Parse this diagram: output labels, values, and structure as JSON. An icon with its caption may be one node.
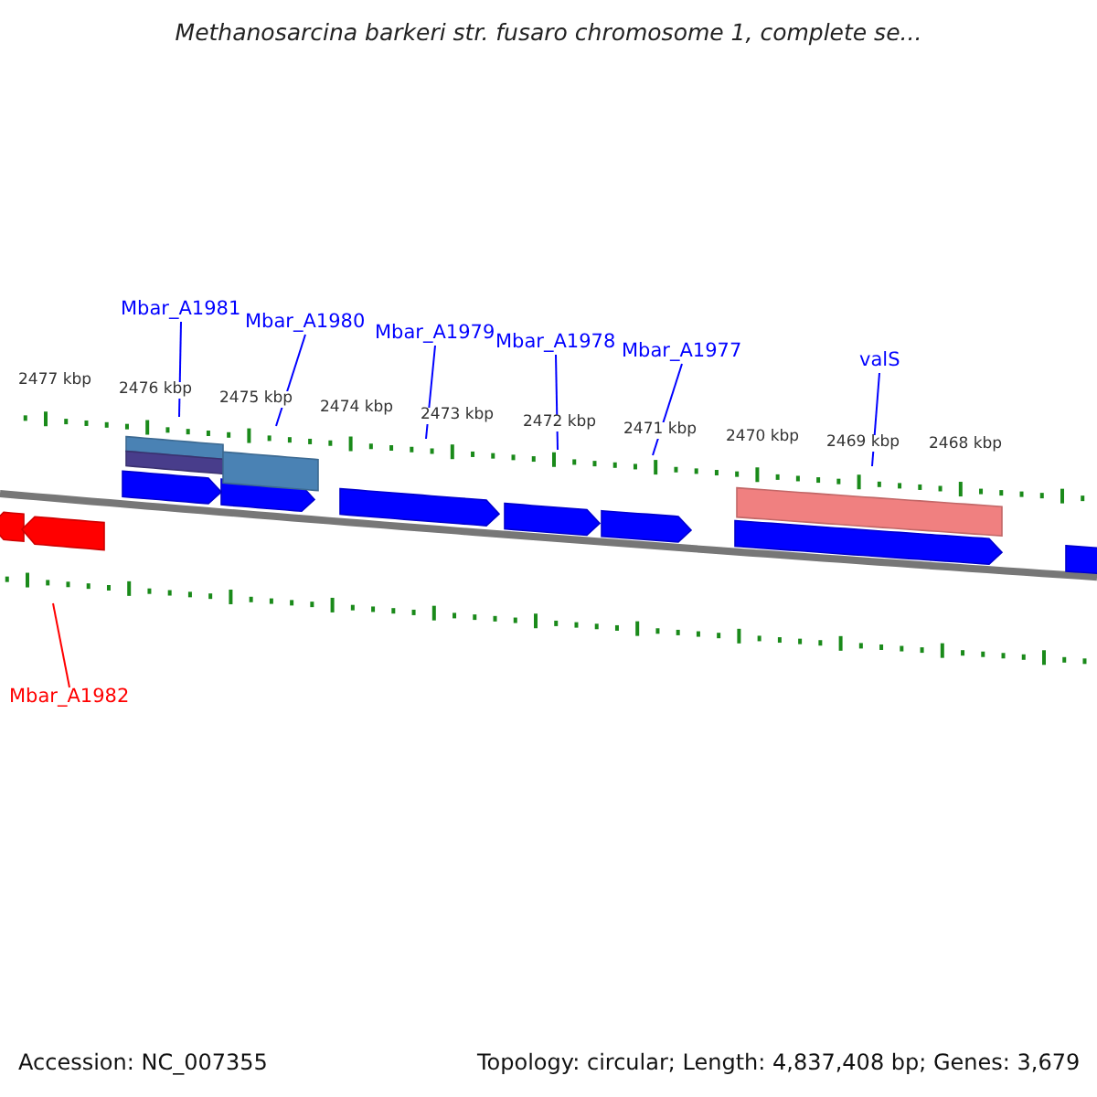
{
  "diagram": {
    "title": "Methanosarcina barkeri str. fusaro chromosome 1, complete se...",
    "nodes": [
      {
        "text": [
          "Mbar_A1981"
        ]
      },
      {
        "text": [
          "Mbar_A1980"
        ]
      },
      {
        "text": [
          "Mbar_A1979"
        ]
      },
      {
        "text": [
          "Mbar_A1978"
        ]
      },
      {
        "text": [
          "Mbar_A1977"
        ]
      },
      {
        "text": [
          "valS"
        ]
      },
      {
        "text": [
          "Mbar_A1982"
        ]
      }
    ],
    "edges": [
      {
        "from": 0,
        "to": null,
        "arrow": "none"
      },
      {
        "from": 1,
        "to": null,
        "arrow": "none"
      },
      {
        "from": 2,
        "to": null,
        "arrow": "none"
      },
      {
        "from": 3,
        "to": null,
        "arrow": "none"
      },
      {
        "from": 4,
        "to": null,
        "arrow": "none"
      },
      {
        "from": 5,
        "to": null,
        "arrow": "none"
      },
      {
        "from": 6,
        "to": null,
        "arrow": "none",
        "color": "#ff0000"
      }
    ],
    "labels": [
      "2477 kbp",
      "2476 kbp",
      "2475 kbp",
      "2474 kbp",
      "2473 kbp",
      "2472 kbp",
      "2471 kbp",
      "2470 kbp",
      "2469 kbp",
      "2468 kbp",
      "Accession: NC_007355",
      "Topology: circular; Length: 4,837,408 bp; Genes: 3,679"
    ]
  }
}
